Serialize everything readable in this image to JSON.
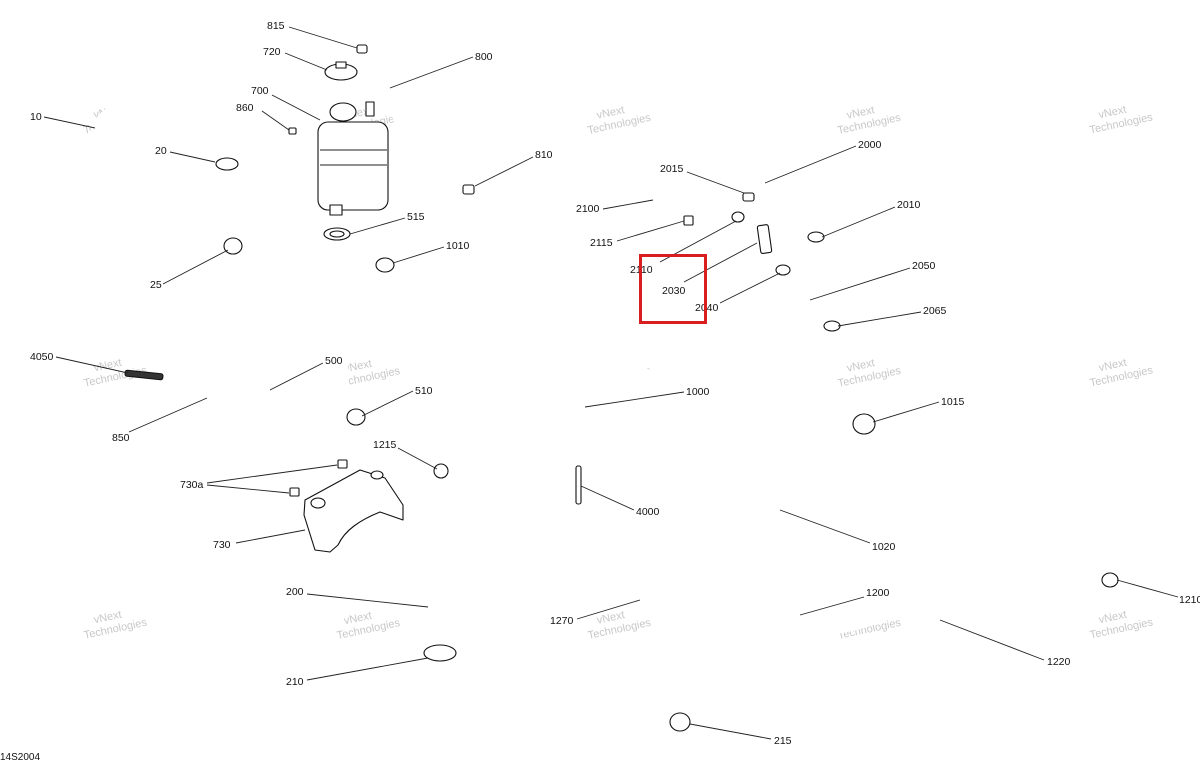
{
  "diagram_ref": "14S2004",
  "watermark": {
    "line1": "vNext",
    "line2": "Technologies"
  },
  "highlight": {
    "target": "2030",
    "color": "#d81e1e"
  },
  "labels": {
    "p815": "815",
    "p720": "720",
    "p800": "800",
    "p700": "700",
    "p860": "860",
    "p10": "10",
    "p20": "20",
    "p25": "25",
    "p810": "810",
    "p515": "515",
    "p1010": "1010",
    "p2015": "2015",
    "p2000": "2000",
    "p2100": "2100",
    "p2010": "2010",
    "p2115": "2115",
    "p2110": "2110",
    "p2030": "2030",
    "p2050": "2050",
    "p2040": "2040",
    "p2065": "2065",
    "p4050": "4050",
    "p500": "500",
    "p510": "510",
    "p1000": "1000",
    "p1015": "1015",
    "p850": "850",
    "p1215": "1215",
    "p730a": "730a",
    "p4000": "4000",
    "p730": "730",
    "p1020": "1020",
    "p200": "200",
    "p1200": "1200",
    "p1270": "1270",
    "p1210": "1210",
    "p1220": "1220",
    "p210": "210",
    "p215": "215"
  }
}
